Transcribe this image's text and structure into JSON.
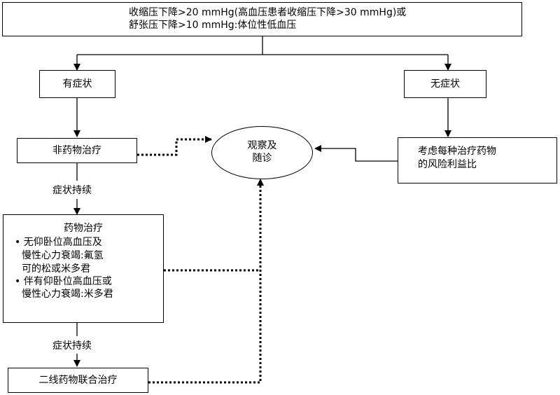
{
  "top_box": {
    "line1": "收缩压下降>20 mmHg(高血压患者收缩压下降>30 mmHg)或",
    "line2": "舒张压下降>10 mmHg:体位性低血压"
  },
  "symptomatic": "有症状",
  "asymptomatic": "无症状",
  "non_drug": "非药物治疗",
  "observe": {
    "line1": "观察及",
    "line2": "随诊"
  },
  "risk_benefit": {
    "line1": "考虑每种治疗药物",
    "line2": "的风险利益比"
  },
  "persist1": "症状持续",
  "drug_box": {
    "title": "药物治疗",
    "b1_line1": "• 无仰卧位高血压及",
    "b1_line2": "慢性心力衰竭:氟氢",
    "b1_line3": "可的松或米多君",
    "b2_line1": "• 伴有仰卧位高血压或",
    "b2_line2": "慢性心力衰竭:米多君"
  },
  "persist2": "症状持续",
  "second_line": "二线药物联合治疗"
}
